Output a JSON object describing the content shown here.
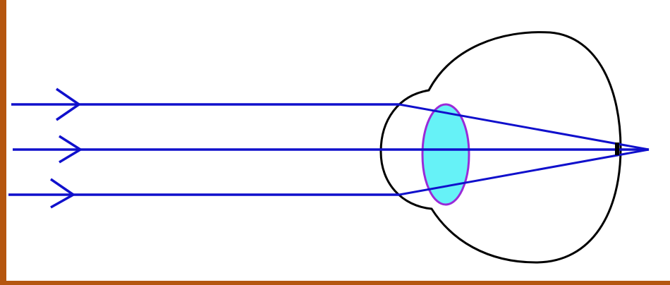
{
  "diagram": {
    "subject": "eye-light-refraction",
    "rays": [
      {
        "id": "top-ray"
      },
      {
        "id": "middle-ray"
      },
      {
        "id": "bottom-ray"
      }
    ]
  },
  "colors": {
    "frame_accent": "#b5560f",
    "ray": "#1010cc",
    "eye_outline": "#000000",
    "lens_fill": "#66f2f7",
    "lens_outline": "#9a2ad8",
    "background": "#ffffff"
  }
}
